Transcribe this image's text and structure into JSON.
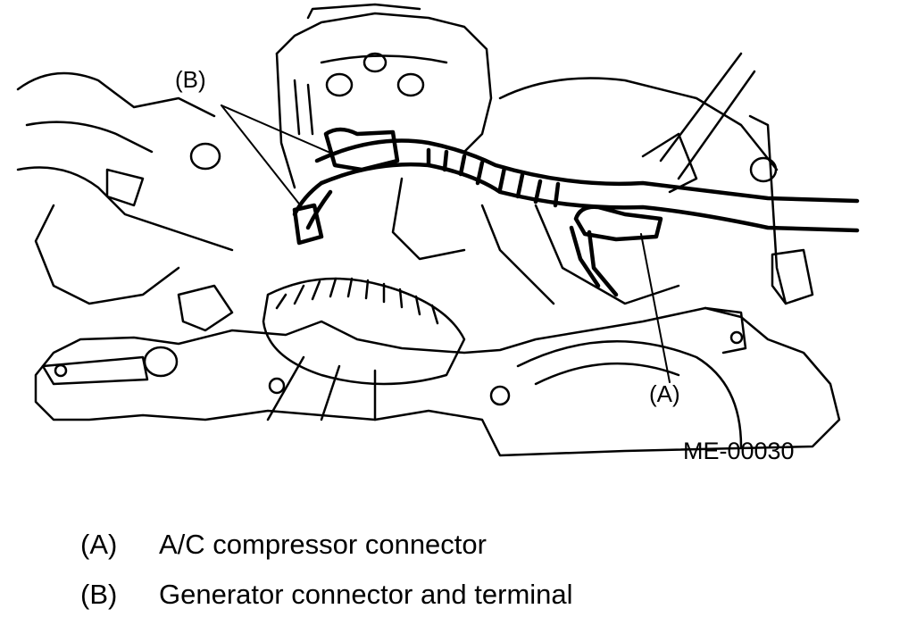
{
  "callouts": {
    "a": "(A)",
    "b": "(B)"
  },
  "figure_id": "ME-00030",
  "legend": [
    {
      "key": "(A)",
      "text": "A/C compressor connector"
    },
    {
      "key": "(B)",
      "text": "Generator connector and terminal"
    }
  ]
}
